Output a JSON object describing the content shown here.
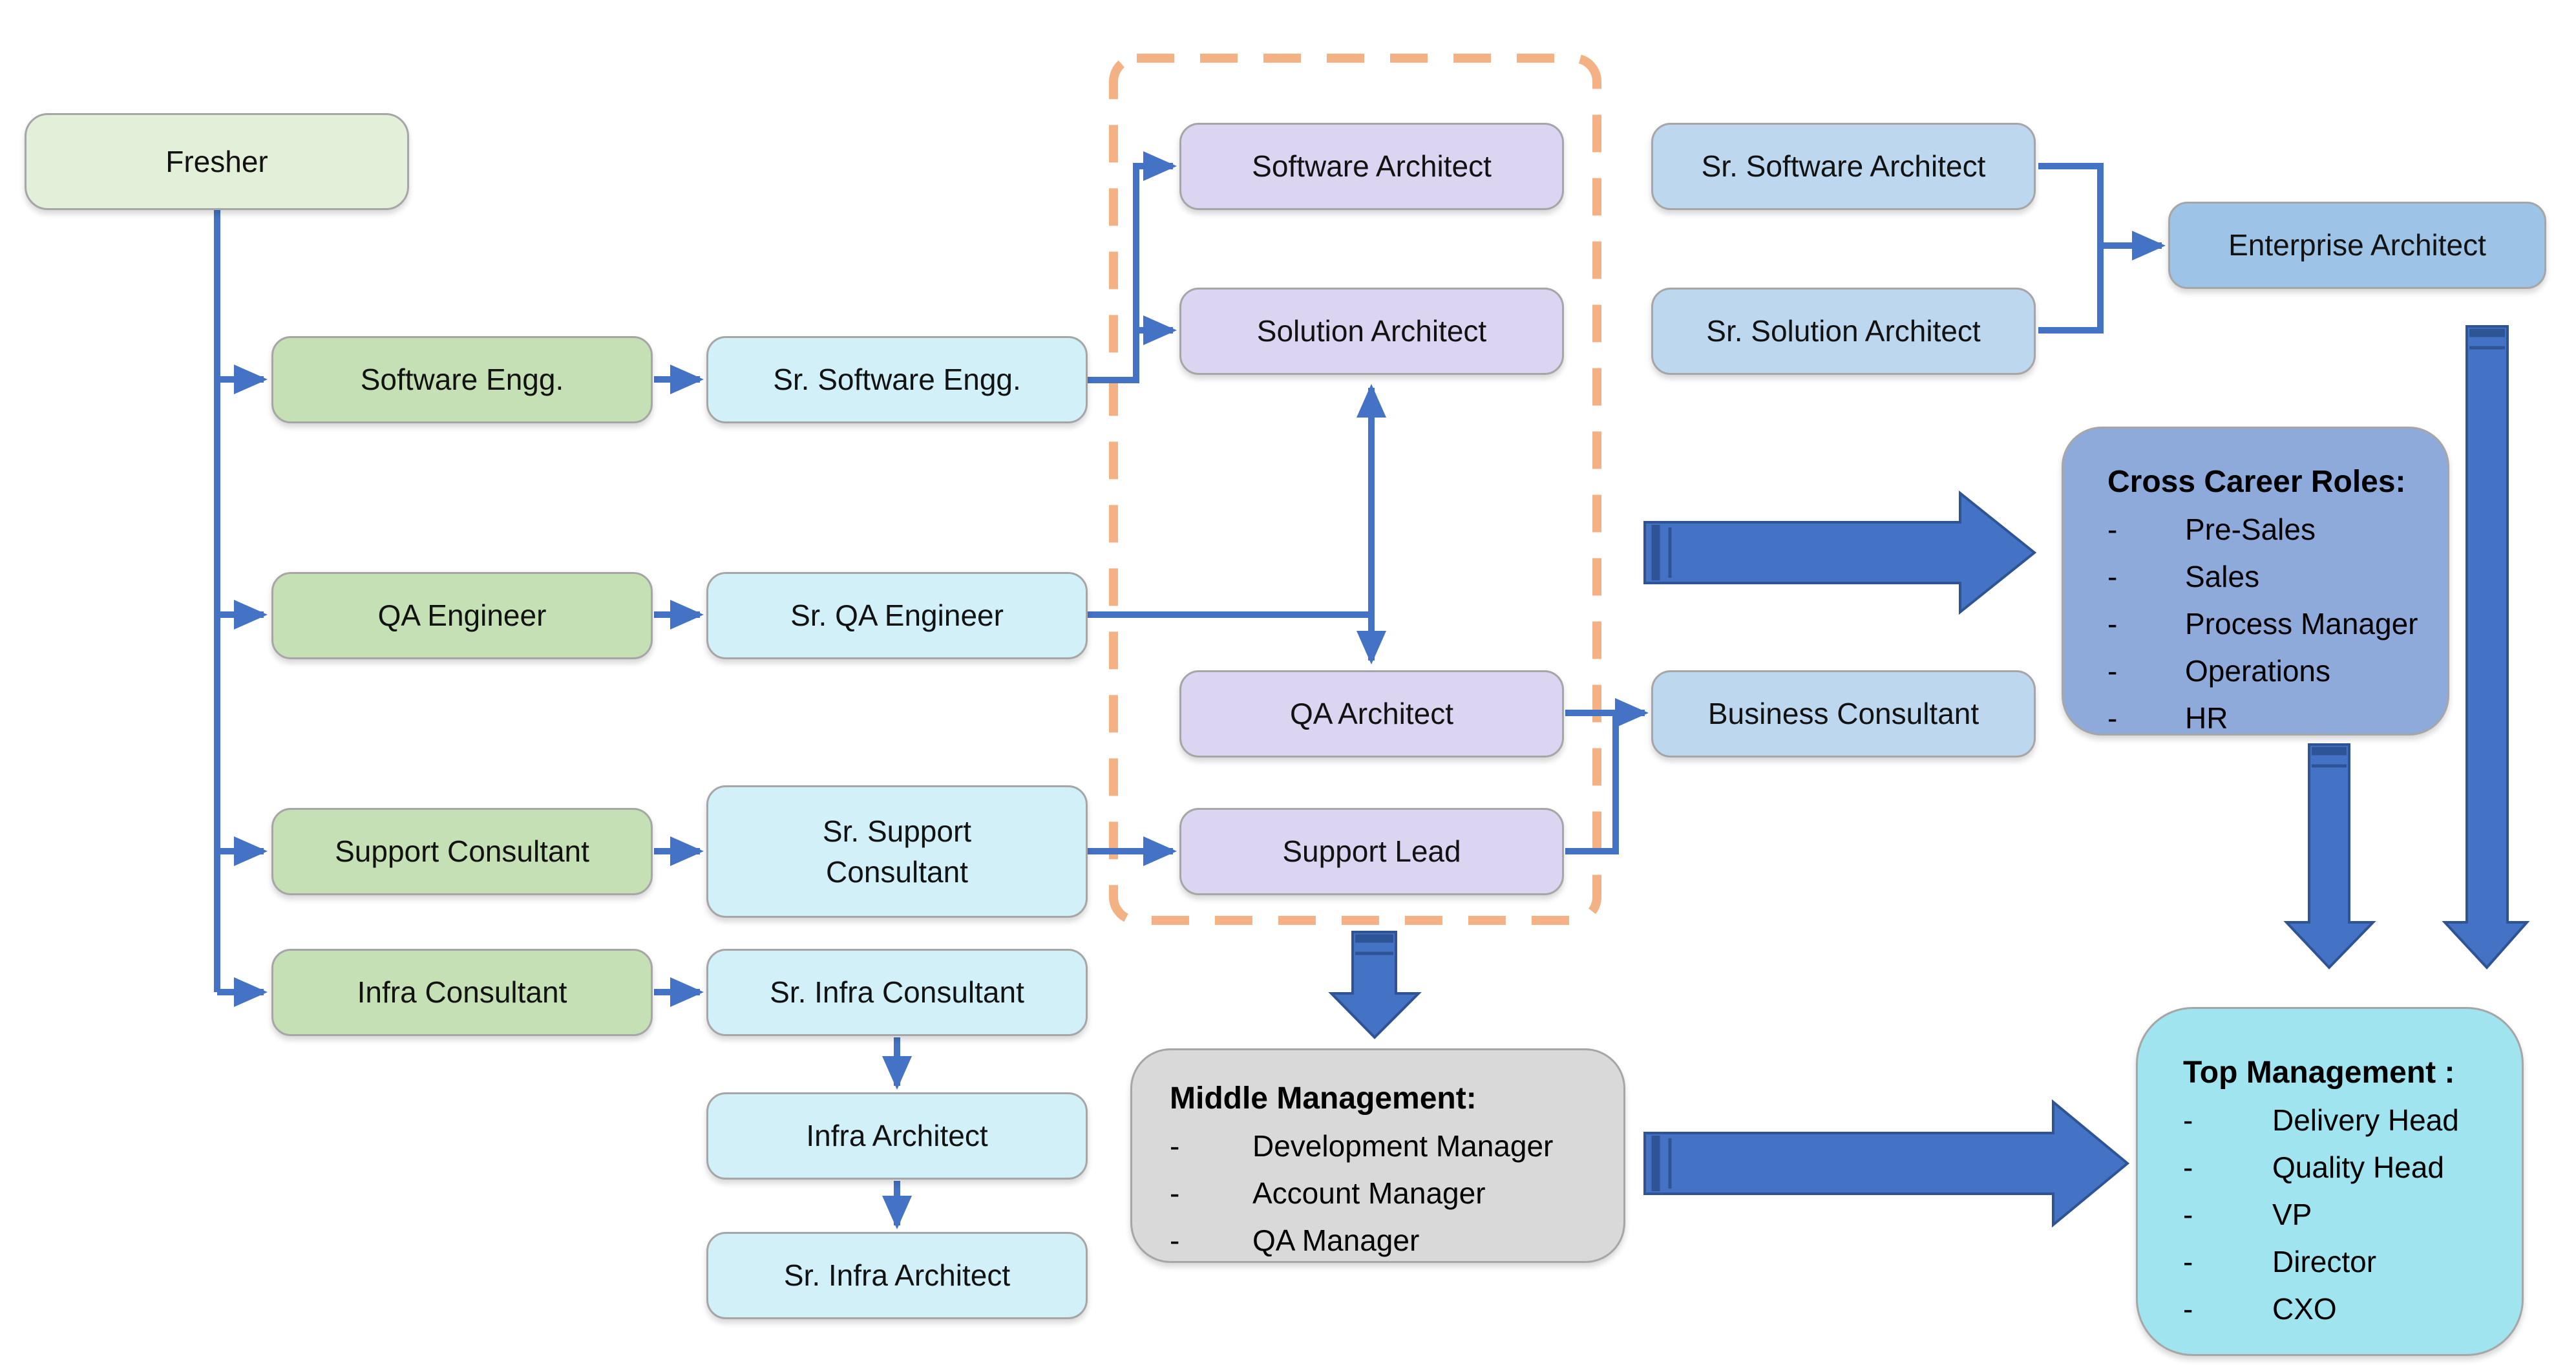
{
  "bullet": "-",
  "colors": {
    "connector_blue": "#4472C4",
    "block_arrow_fill": "#4472C4",
    "block_arrow_border": "#2F5496",
    "dashed_group_border": "#F4B183",
    "node_border": "#A6A6A6",
    "fresher_fill": "#E2EFD9",
    "entry_role_fill": "#C5E0B4",
    "senior_role_fill": "#D2F0F8",
    "architect_fill": "#DBD5F2",
    "senior_architect_fill": "#BDD7EE",
    "enterprise_fill": "#9DC3E6",
    "cross_career_fill": "#8EAADB",
    "middle_management_fill": "#D9D9D9",
    "top_management_fill": "#A0E4F0"
  },
  "nodes": {
    "fresher": {
      "label": "Fresher"
    },
    "software_engg": {
      "label": "Software Engg."
    },
    "sr_software_engg": {
      "label": "Sr. Software Engg."
    },
    "qa_engineer": {
      "label": "QA Engineer"
    },
    "sr_qa_engineer": {
      "label": "Sr. QA Engineer"
    },
    "support_consultant": {
      "label": "Support Consultant"
    },
    "sr_support_consultant": {
      "label": "Sr. Support Consultant"
    },
    "infra_consultant": {
      "label": "Infra Consultant"
    },
    "sr_infra_consultant": {
      "label": "Sr. Infra Consultant"
    },
    "infra_architect": {
      "label": "Infra Architect"
    },
    "sr_infra_architect": {
      "label": "Sr. Infra Architect"
    },
    "software_architect": {
      "label": "Software Architect"
    },
    "solution_architect": {
      "label": "Solution Architect"
    },
    "qa_architect": {
      "label": "QA Architect"
    },
    "support_lead": {
      "label": "Support Lead"
    },
    "sr_software_architect": {
      "label": "Sr. Software Architect"
    },
    "sr_solution_architect": {
      "label": "Sr. Solution Architect"
    },
    "enterprise_architect": {
      "label": "Enterprise Architect"
    },
    "business_consultant": {
      "label": "Business Consultant"
    }
  },
  "groups": {
    "cross_career": {
      "title": "Cross Career Roles:",
      "items": [
        "Pre-Sales",
        "Sales",
        "Process Manager",
        "Operations",
        "HR"
      ]
    },
    "middle_management": {
      "title": "Middle Management:",
      "items": [
        "Development Manager",
        "Account Manager",
        "QA Manager"
      ]
    },
    "top_management": {
      "title": "Top Management :",
      "items": [
        "Delivery Head",
        "Quality Head",
        "VP",
        "Director",
        "CXO"
      ]
    }
  }
}
